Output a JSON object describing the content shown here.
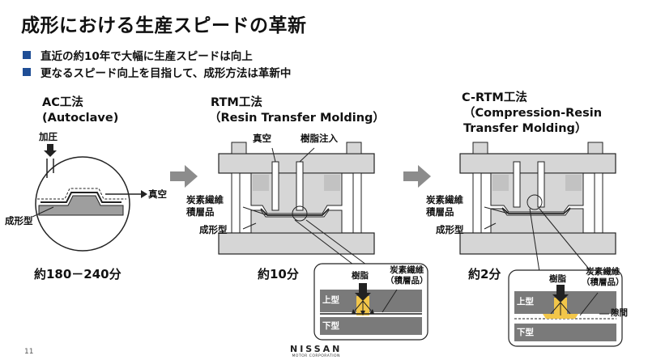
{
  "slide": {
    "title": "成形における生産スピードの革新",
    "bullets": [
      "直近の約10年で大幅に生産スピードは向上",
      "更なるスピード向上を目指して、成形方法は革新中"
    ],
    "page_number": "11"
  },
  "ac": {
    "heading_line1": "AC工法",
    "heading_line2": "(Autoclave)",
    "pressure_label": "加圧",
    "vacuum_label": "真空",
    "mold_label": "成形型",
    "time": "約180－240分"
  },
  "rtm": {
    "heading_line1": "RTM工法",
    "heading_line2": "（Resin Transfer Molding）",
    "vacuum_label": "真空",
    "resin_injection_label": "樹脂注入",
    "cf_laminate_label1": "炭素繊維",
    "cf_laminate_label2": "積層品",
    "mold_label": "成形型",
    "time": "約10分",
    "detail": {
      "resin_label": "樹脂",
      "cf_label1": "炭素繊維",
      "cf_label2": "（積層品）",
      "upper_mold": "上型",
      "lower_mold": "下型"
    }
  },
  "crtm": {
    "heading_line1": "C-RTM工法",
    "heading_line2": "（Compression-Resin",
    "heading_line3": "Transfer Molding）",
    "cf_laminate_label1": "炭素繊維",
    "cf_laminate_label2": "積層品",
    "mold_label": "成形型",
    "time": "約2分",
    "detail": {
      "resin_label": "樹脂",
      "cf_label1": "炭素繊維",
      "cf_label2": "（積層品）",
      "upper_mold": "上型",
      "lower_mold": "下型",
      "gap_label": "隙間"
    }
  },
  "logo": {
    "brand": "NISSAN",
    "corp": "MOTOR CORPORATION"
  },
  "colors": {
    "bullet_square": "#1f4e96",
    "mold_gray": "#d6d6d6",
    "mold_dark": "#7a7a7a",
    "resin_yellow": "#f2c649",
    "arrow_gray": "#8c8c8c"
  }
}
